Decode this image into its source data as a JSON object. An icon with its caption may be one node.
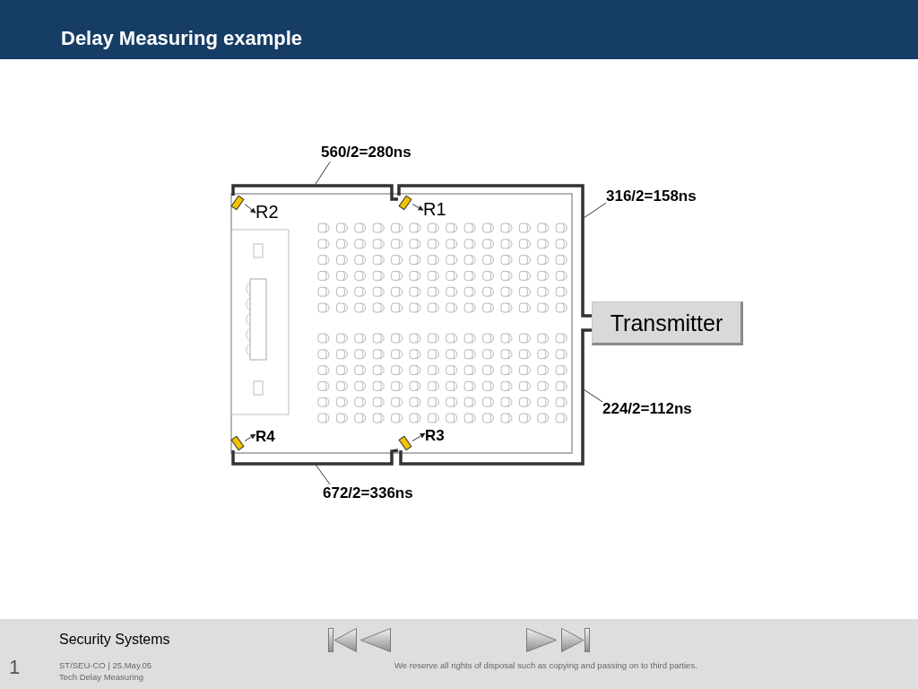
{
  "diagram": {
    "title": "Delay Measuring example",
    "nodes": [
      {
        "text": [
          "560/2=280ns"
        ]
      },
      {
        "text": [],
        "shape": "box"
      },
      {
        "text": [
          "R2"
        ]
      },
      {
        "text": [],
        "shape": "box"
      },
      {
        "text": [
          "R1"
        ]
      },
      {
        "text": [
          "316/2=158ns"
        ]
      },
      {
        "text": [
          "Transmitter"
        ]
      },
      {
        "text": [
          "224/2=112ns"
        ]
      },
      {
        "text": [],
        "shape": "box"
      },
      {
        "text": [
          "R4"
        ]
      },
      {
        "text": [],
        "shape": "box"
      },
      {
        "text": [
          "R3"
        ]
      },
      {
        "text": [
          "672/2=336ns"
        ]
      }
    ],
    "edges": [
      {
        "from": 6,
        "to": 3,
        "arrow": "none",
        "style": "thick"
      },
      {
        "from": 3,
        "to": 1,
        "arrow": "none",
        "style": "thick"
      },
      {
        "from": 6,
        "to": 10,
        "arrow": "none",
        "style": "thick"
      },
      {
        "from": 10,
        "to": 8,
        "arrow": "none",
        "style": "thick"
      },
      {
        "from": 1,
        "to": 2,
        "arrow": "to"
      },
      {
        "from": 3,
        "to": 4,
        "arrow": "to"
      },
      {
        "from": 8,
        "to": 9,
        "arrow": "to"
      },
      {
        "from": 10,
        "to": 11,
        "arrow": "to"
      },
      {
        "from": 0,
        "to": null,
        "arrow": "none"
      },
      {
        "from": 5,
        "to": null,
        "arrow": "none"
      },
      {
        "from": 7,
        "to": null,
        "arrow": "none"
      },
      {
        "from": 12,
        "to": null,
        "arrow": "none"
      }
    ],
    "labels": [
      "Security Systems",
      "1",
      "ST/SEU-CO | 25.May.05",
      "We reserve all rights of disposal such as copying and passing on to third parties.",
      "Tech Delay Measuring"
    ]
  }
}
